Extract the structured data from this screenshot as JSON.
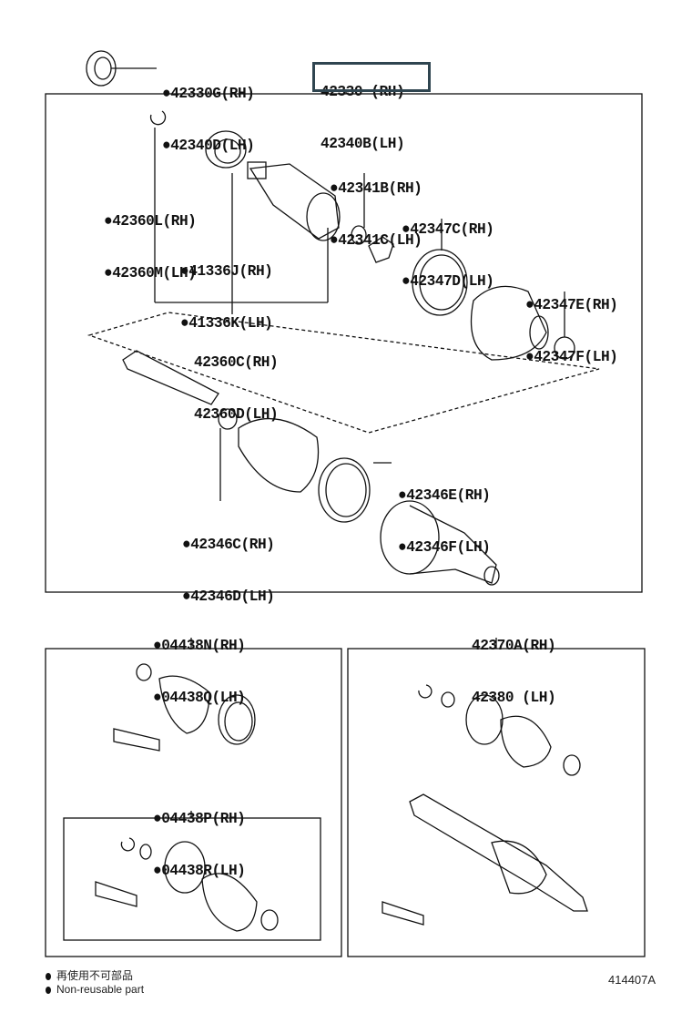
{
  "labels": {
    "seal": [
      "●42330G(RH)",
      "●42340D(LH)"
    ],
    "assembly": [
      "42330 (RH)",
      "42340B(LH)"
    ],
    "snap_ring_inner": [
      "●42341B(RH)",
      "●42341C(LH)"
    ],
    "snap_ring_left": [
      "●42360L(RH)",
      "●42360M(LH)"
    ],
    "boot_clamp_c": [
      "●42347C(RH)",
      "●42347D(LH)"
    ],
    "seal_41336": [
      "●41336J(RH)",
      "●41336K(LH)"
    ],
    "boot_clamp_e": [
      "●42347E(RH)",
      "●42347F(LH)"
    ],
    "inboard_joint": [
      "42360C(RH)",
      "42360D(LH)"
    ],
    "boot_clamp_outer": [
      "●42346E(RH)",
      "●42346F(LH)"
    ],
    "boot_clamp_small": [
      "●42346C(RH)",
      "●42346D(LH)"
    ],
    "boot_kit_1": [
      "●04438N(RH)",
      "●04438Q(LH)"
    ],
    "shaft_assy": [
      "42370A(RH)",
      "42380 (LH)"
    ],
    "boot_kit_2": [
      "●04438P(RH)",
      "●04438R(LH)"
    ]
  },
  "legend": {
    "japanese": "再使用不可部品",
    "english": "Non-reusable part"
  },
  "diagram_code": "414407A",
  "colors": {
    "highlight": "#2f4550",
    "line": "#111111"
  }
}
